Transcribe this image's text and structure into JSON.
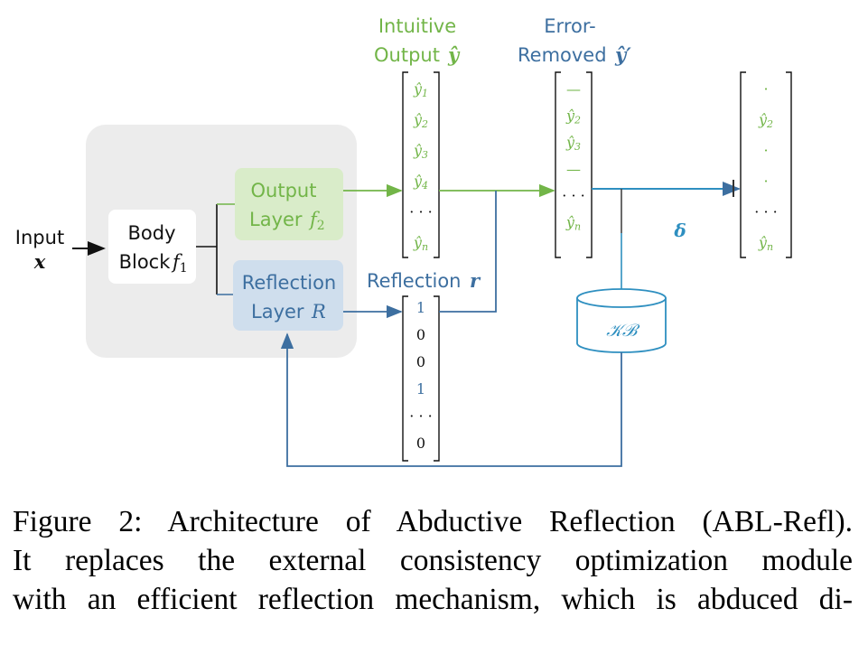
{
  "diagram": {
    "input": {
      "label": "Input",
      "symbol": "x"
    },
    "body_block": {
      "line1": "Body",
      "line2": "Block",
      "symbol": "f",
      "sub": "1"
    },
    "output_layer": {
      "line1": "Output",
      "line2": "Layer",
      "symbol": "f",
      "sub": "2"
    },
    "reflection_layer": {
      "line1": "Reflection",
      "line2": "Layer",
      "symbol": "R"
    },
    "intuitive_output": {
      "line1": "Intuitive",
      "line2": "Output",
      "symbol": "ŷ"
    },
    "error_removed": {
      "line1": "Error-",
      "line2": "Removed",
      "symbol": "ŷ′"
    },
    "reflection_vector": {
      "label": "Reflection",
      "symbol": "r"
    },
    "kb": {
      "label": "𝒦ℬ"
    },
    "delta": {
      "label": "δ"
    },
    "vec_intuitive": [
      "ŷ1",
      "ŷ2",
      "ŷ3",
      "ŷ4",
      "· · ·",
      "ŷn"
    ],
    "vec_error_removed": [
      "—",
      "ŷ2",
      "ŷ3",
      "—",
      "· · ·",
      "ŷn"
    ],
    "vec_final": [
      "·",
      "ŷ2",
      "·",
      "·",
      "· · ·",
      "ŷn"
    ],
    "vec_reflection": [
      "1",
      "0",
      "0",
      "1",
      "· · ·",
      "0"
    ]
  },
  "caption": {
    "line1": "Figure 2: Architecture of Abductive Reflection (ABL-Refl).",
    "line2": "It replaces the external consistency optimization module",
    "line3": "with an efficient reflection mechanism, which is abduced di-"
  },
  "colors": {
    "green": "#72b548",
    "blue": "#3d6fa0",
    "teal": "#2e8fc0",
    "green_box": "#d9ecc9",
    "blue_box": "#cfdeed",
    "gray_panel": "#ececec"
  }
}
